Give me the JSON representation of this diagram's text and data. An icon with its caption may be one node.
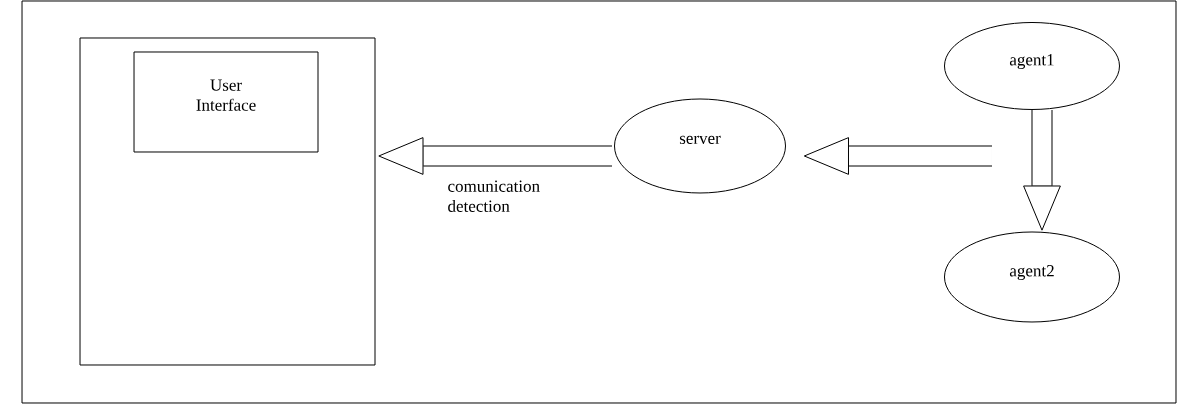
{
  "diagram": {
    "nodes": [
      {
        "text": [],
        "shape": "box"
      },
      {
        "text": [
          "User Interface"
        ],
        "in": 0
      },
      {
        "text": [
          "server"
        ]
      },
      {
        "text": [
          "agent1"
        ]
      },
      {
        "text": [
          "agent2"
        ]
      }
    ],
    "edges": [
      {
        "from": 2,
        "to": 0,
        "arrow": "to",
        "label": "comunication detection"
      },
      {
        "from": null,
        "to": 2,
        "arrow": "to"
      },
      {
        "from": 3,
        "to": 4,
        "arrow": "to"
      }
    ]
  }
}
